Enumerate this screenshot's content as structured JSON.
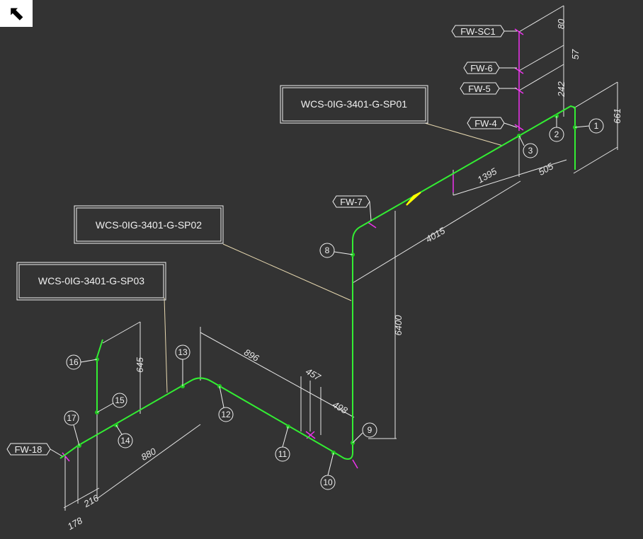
{
  "north_arrow": {
    "icon": "north-arrow-icon",
    "glyph": "⬉"
  },
  "colors": {
    "background": "#333333",
    "pipe": "#33ee33",
    "node": "#22cc22",
    "dimension": "#e6e6e6",
    "leader": "#e8d9b0",
    "weld": "#ee33ee",
    "flow_arrow": "#ffff00"
  },
  "spool_labels": [
    "WCS-0IG-3401-G-SP01",
    "WCS-0IG-3401-G-SP02",
    "WCS-0IG-3401-G-SP03"
  ],
  "field_welds": [
    "FW-SC1",
    "FW-6",
    "FW-5",
    "FW-4",
    "FW-7",
    "FW-18"
  ],
  "node_numbers": [
    "1",
    "2",
    "3",
    "8",
    "9",
    "10",
    "11",
    "12",
    "13",
    "14",
    "15",
    "16",
    "17"
  ],
  "dimensions": [
    "80",
    "57",
    "242",
    "661",
    "1395",
    "505",
    "4015",
    "6400",
    "896",
    "457",
    "498",
    "880",
    "645",
    "216",
    "178"
  ]
}
